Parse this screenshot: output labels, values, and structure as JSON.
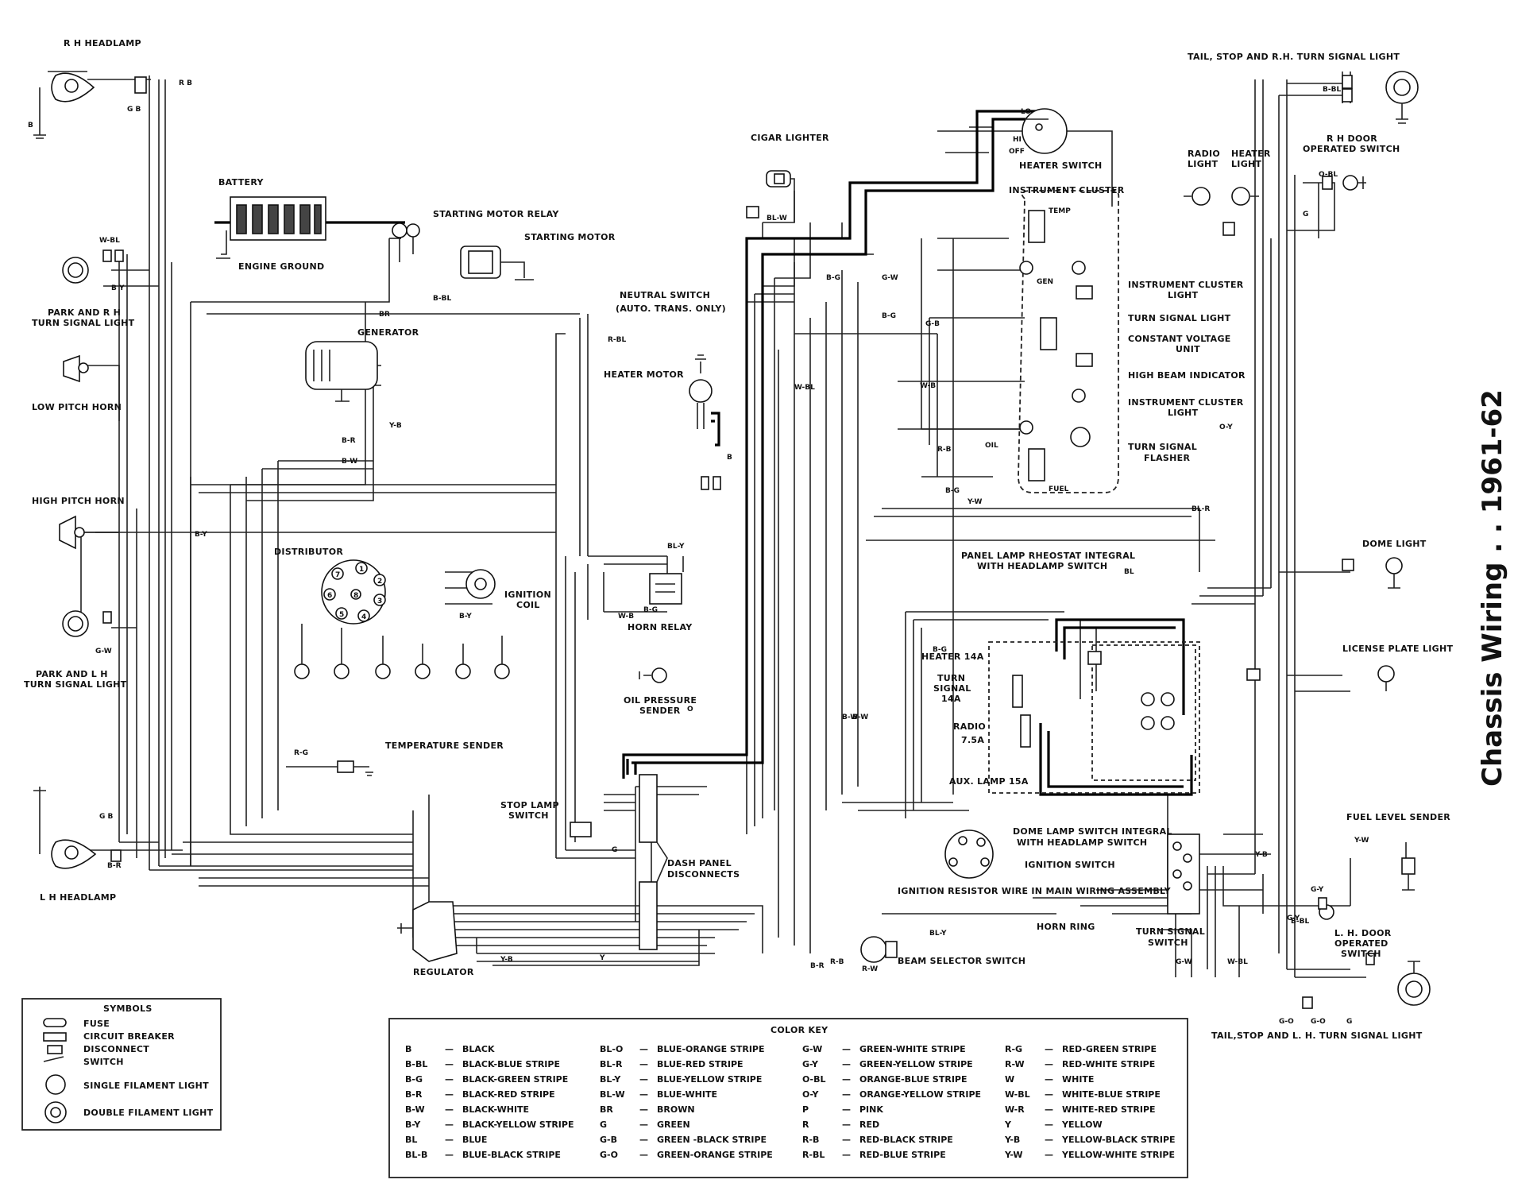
{
  "title": "Chassis Wiring  .  .  1961-62",
  "components": {
    "rh_headlamp": "R H HEADLAMP",
    "lh_headlamp": "L H HEADLAMP",
    "battery": "BATTERY",
    "engine_ground": "ENGINE GROUND",
    "starting_motor_relay": "STARTING MOTOR RELAY",
    "starting_motor": "STARTING MOTOR",
    "park_rh_turn": [
      "PARK AND R H",
      "TURN SIGNAL LIGHT"
    ],
    "park_lh_turn": [
      "PARK AND L H",
      "TURN SIGNAL LIGHT"
    ],
    "low_pitch_horn": "LOW PITCH HORN",
    "high_pitch_horn": "HIGH PITCH HORN",
    "generator": "GENERATOR",
    "neutral_switch": [
      "NEUTRAL SWITCH",
      "(AUTO. TRANS. ONLY)"
    ],
    "cigar_lighter": "CIGAR LIGHTER",
    "heater_switch": "HEATER SWITCH",
    "heater_switch_pos": [
      "LO",
      "HI",
      "OFF"
    ],
    "instrument_cluster": "INSTRUMENT CLUSTER",
    "temp": "TEMP",
    "gen": "GEN",
    "oil": "OIL",
    "fuel": "FUEL",
    "instrument_cluster_light": [
      "INSTRUMENT CLUSTER",
      "LIGHT"
    ],
    "turn_signal_light": "TURN SIGNAL LIGHT",
    "constant_voltage_unit": [
      "CONSTANT VOLTAGE",
      "UNIT"
    ],
    "high_beam_indicator": "HIGH BEAM INDICATOR",
    "turn_signal_flasher": [
      "TURN SIGNAL",
      "FLASHER"
    ],
    "radio_light": [
      "RADIO",
      "LIGHT"
    ],
    "heater_light": [
      "HEATER",
      "LIGHT"
    ],
    "tail_rh": "TAIL, STOP AND R.H. TURN SIGNAL LIGHT",
    "rh_door_switch": [
      "R H DOOR",
      "OPERATED SWITCH"
    ],
    "heater_motor": "HEATER MOTOR",
    "distributor": "DISTRIBUTOR",
    "ignition_coil": [
      "IGNITION",
      "COIL"
    ],
    "horn_relay": "HORN RELAY",
    "oil_pressure_sender": [
      "OIL PRESSURE",
      "SENDER"
    ],
    "temperature_sender": "TEMPERATURE SENDER",
    "panel_lamp_rheostat": [
      "PANEL LAMP RHEOSTAT INTEGRAL",
      "WITH HEADLAMP SWITCH"
    ],
    "dome_light": "DOME LIGHT",
    "license_plate_light": "LICENSE PLATE LIGHT",
    "fuses": [
      "HEATER 14A",
      "TURN",
      "SIGNAL",
      "14A",
      "RADIO",
      "7.5A",
      "AUX. LAMP 15A"
    ],
    "dome_lamp_switch": [
      "DOME LAMP SWITCH INTEGRAL",
      "WITH HEADLAMP  SWITCH"
    ],
    "ignition_switch": "IGNITION SWITCH",
    "ignition_resistor": "IGNITION RESISTOR WIRE IN MAIN WIRING ASSEMBLY",
    "stop_lamp_switch": [
      "STOP LAMP",
      "SWITCH"
    ],
    "dash_panel": [
      "DASH PANEL",
      "DISCONNECTS"
    ],
    "fuel_level_sender": "FUEL LEVEL SENDER",
    "horn_ring": "HORN RING",
    "turn_signal_switch": [
      "TURN SIGNAL",
      "SWITCH"
    ],
    "lh_door_switch": [
      "L. H. DOOR",
      "OPERATED",
      "SWITCH"
    ],
    "regulator": "REGULATOR",
    "beam_selector": "BEAM SELECTOR SWITCH",
    "tail_lh": "TAIL,STOP AND L. H. TURN SIGNAL LIGHT",
    "distributor_caps": [
      "1",
      "2",
      "3",
      "4",
      "5",
      "6",
      "7",
      "8"
    ]
  },
  "wire_labels": [
    "B",
    "G B",
    "R B",
    "W-BL",
    "B Y",
    "B-BL",
    "BR",
    "R-BL",
    "Y-B",
    "B-R",
    "B-W",
    "B-Y",
    "G-W",
    "G B",
    "B-R",
    "BL-W",
    "W-BL",
    "B-G",
    "G-W",
    "B-G",
    "G-B",
    "W-B",
    "R-B",
    "B-G",
    "Y-W",
    "O-Y",
    "BL-R",
    "BL",
    "B-BL",
    "O-BL",
    "G",
    "B",
    "BL-Y",
    "B-G",
    "O",
    "W-B",
    "B-Y",
    "R-G",
    "B-W",
    "R-W",
    "Y-B",
    "G-Y",
    "G-Y",
    "Y-W",
    "B-BL",
    "G-W",
    "W-BL",
    "BL-Y",
    "R-B",
    "G-O",
    "G",
    "Y",
    "Y-B",
    "G",
    "B-R",
    "B-G",
    "B-W",
    "G-O"
  ],
  "symbols": {
    "title": "SYMBOLS",
    "items": [
      "FUSE",
      "CIRCUIT BREAKER",
      "DISCONNECT",
      "SWITCH",
      "SINGLE FILAMENT LIGHT",
      "DOUBLE FILAMENT LIGHT"
    ]
  },
  "color_key": {
    "title": "COLOR KEY",
    "columns": [
      [
        [
          "B",
          "BLACK"
        ],
        [
          "B-BL",
          "BLACK-BLUE STRIPE"
        ],
        [
          "B-G",
          "BLACK-GREEN STRIPE"
        ],
        [
          "B-R",
          "BLACK-RED STRIPE"
        ],
        [
          "B-W",
          "BLACK-WHITE"
        ],
        [
          "B-Y",
          "BLACK-YELLOW STRIPE"
        ],
        [
          "BL",
          "BLUE"
        ],
        [
          "BL-B",
          "BLUE-BLACK STRIPE"
        ]
      ],
      [
        [
          "BL-O",
          "BLUE-ORANGE STRIPE"
        ],
        [
          "BL-R",
          "BLUE-RED STRIPE"
        ],
        [
          "BL-Y",
          "BLUE-YELLOW STRIPE"
        ],
        [
          "BL-W",
          "BLUE-WHITE"
        ],
        [
          "BR",
          "BROWN"
        ],
        [
          "G",
          "GREEN"
        ],
        [
          "G-B",
          "GREEN -BLACK STRIPE"
        ],
        [
          "G-O",
          "GREEN-ORANGE STRIPE"
        ]
      ],
      [
        [
          "G-W",
          "GREEN-WHITE STRIPE"
        ],
        [
          "G-Y",
          "GREEN-YELLOW STRIPE"
        ],
        [
          "O-BL",
          "ORANGE-BLUE STRIPE"
        ],
        [
          "O-Y",
          "ORANGE-YELLOW STRIPE"
        ],
        [
          "P",
          "PINK"
        ],
        [
          "R",
          "RED"
        ],
        [
          "R-B",
          "RED-BLACK STRIPE"
        ],
        [
          "R-BL",
          "RED-BLUE STRIPE"
        ]
      ],
      [
        [
          "R-G",
          "RED-GREEN STRIPE"
        ],
        [
          "R-W",
          "RED-WHITE STRIPE"
        ],
        [
          "W",
          "WHITE"
        ],
        [
          "W-BL",
          "WHITE-BLUE STRIPE"
        ],
        [
          "W-R",
          "WHITE-RED STRIPE"
        ],
        [
          "Y",
          "YELLOW"
        ],
        [
          "Y-B",
          "YELLOW-BLACK STRIPE"
        ],
        [
          "Y-W",
          "YELLOW-WHITE STRIPE"
        ]
      ]
    ]
  }
}
